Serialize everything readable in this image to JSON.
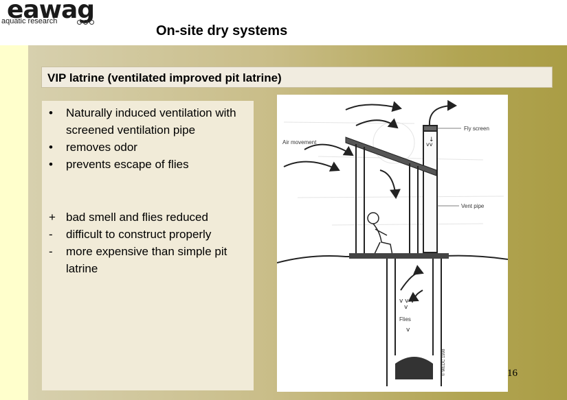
{
  "logo": {
    "word": "eawag",
    "tagline": "aquatic research"
  },
  "header": {
    "title": "On-site dry systems"
  },
  "subtitle": "VIP latrine (ventilated improved pit latrine)",
  "bullets": [
    "Naturally induced ventilation with screened ventilation pipe",
    "removes odor",
    "prevents escape of flies"
  ],
  "pros_cons": [
    {
      "sign": "+",
      "text": "bad smell and flies reduced"
    },
    {
      "sign": "-",
      "text": "difficult to construct properly"
    },
    {
      "sign": "-",
      "text": "more expensive than simple pit latrine"
    }
  ],
  "diagram": {
    "labels": {
      "fly_screen": "Fly screen",
      "air_movement": "Air movement",
      "vent_pipe": "Vent pipe",
      "flies": "Flies",
      "copyright": "© WEDC 1998"
    }
  },
  "page_number": "16"
}
